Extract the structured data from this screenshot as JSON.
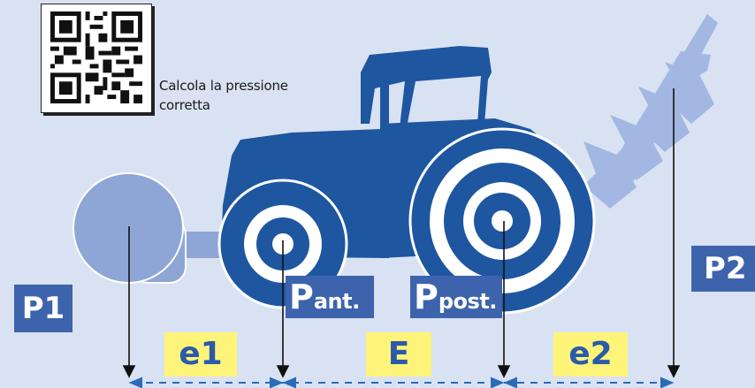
{
  "qr": {
    "caption": "Calcola la pressione corretta"
  },
  "labels": {
    "p1": "P1",
    "p2": "P2",
    "pant_main": "P",
    "pant_sub": "ant.",
    "ppost_main": "P",
    "ppost_sub": "post.",
    "e1": "e1",
    "E": "E",
    "e2": "e2"
  },
  "colors": {
    "background": "#d9e2f2",
    "tractor": "#1e56a0",
    "weight": "#8ea6d6",
    "plough": "#a2b7e2",
    "label_blue": "#3d63ad",
    "label_yellow": "#fef47a",
    "dimension_line": "#2b6bb8"
  }
}
